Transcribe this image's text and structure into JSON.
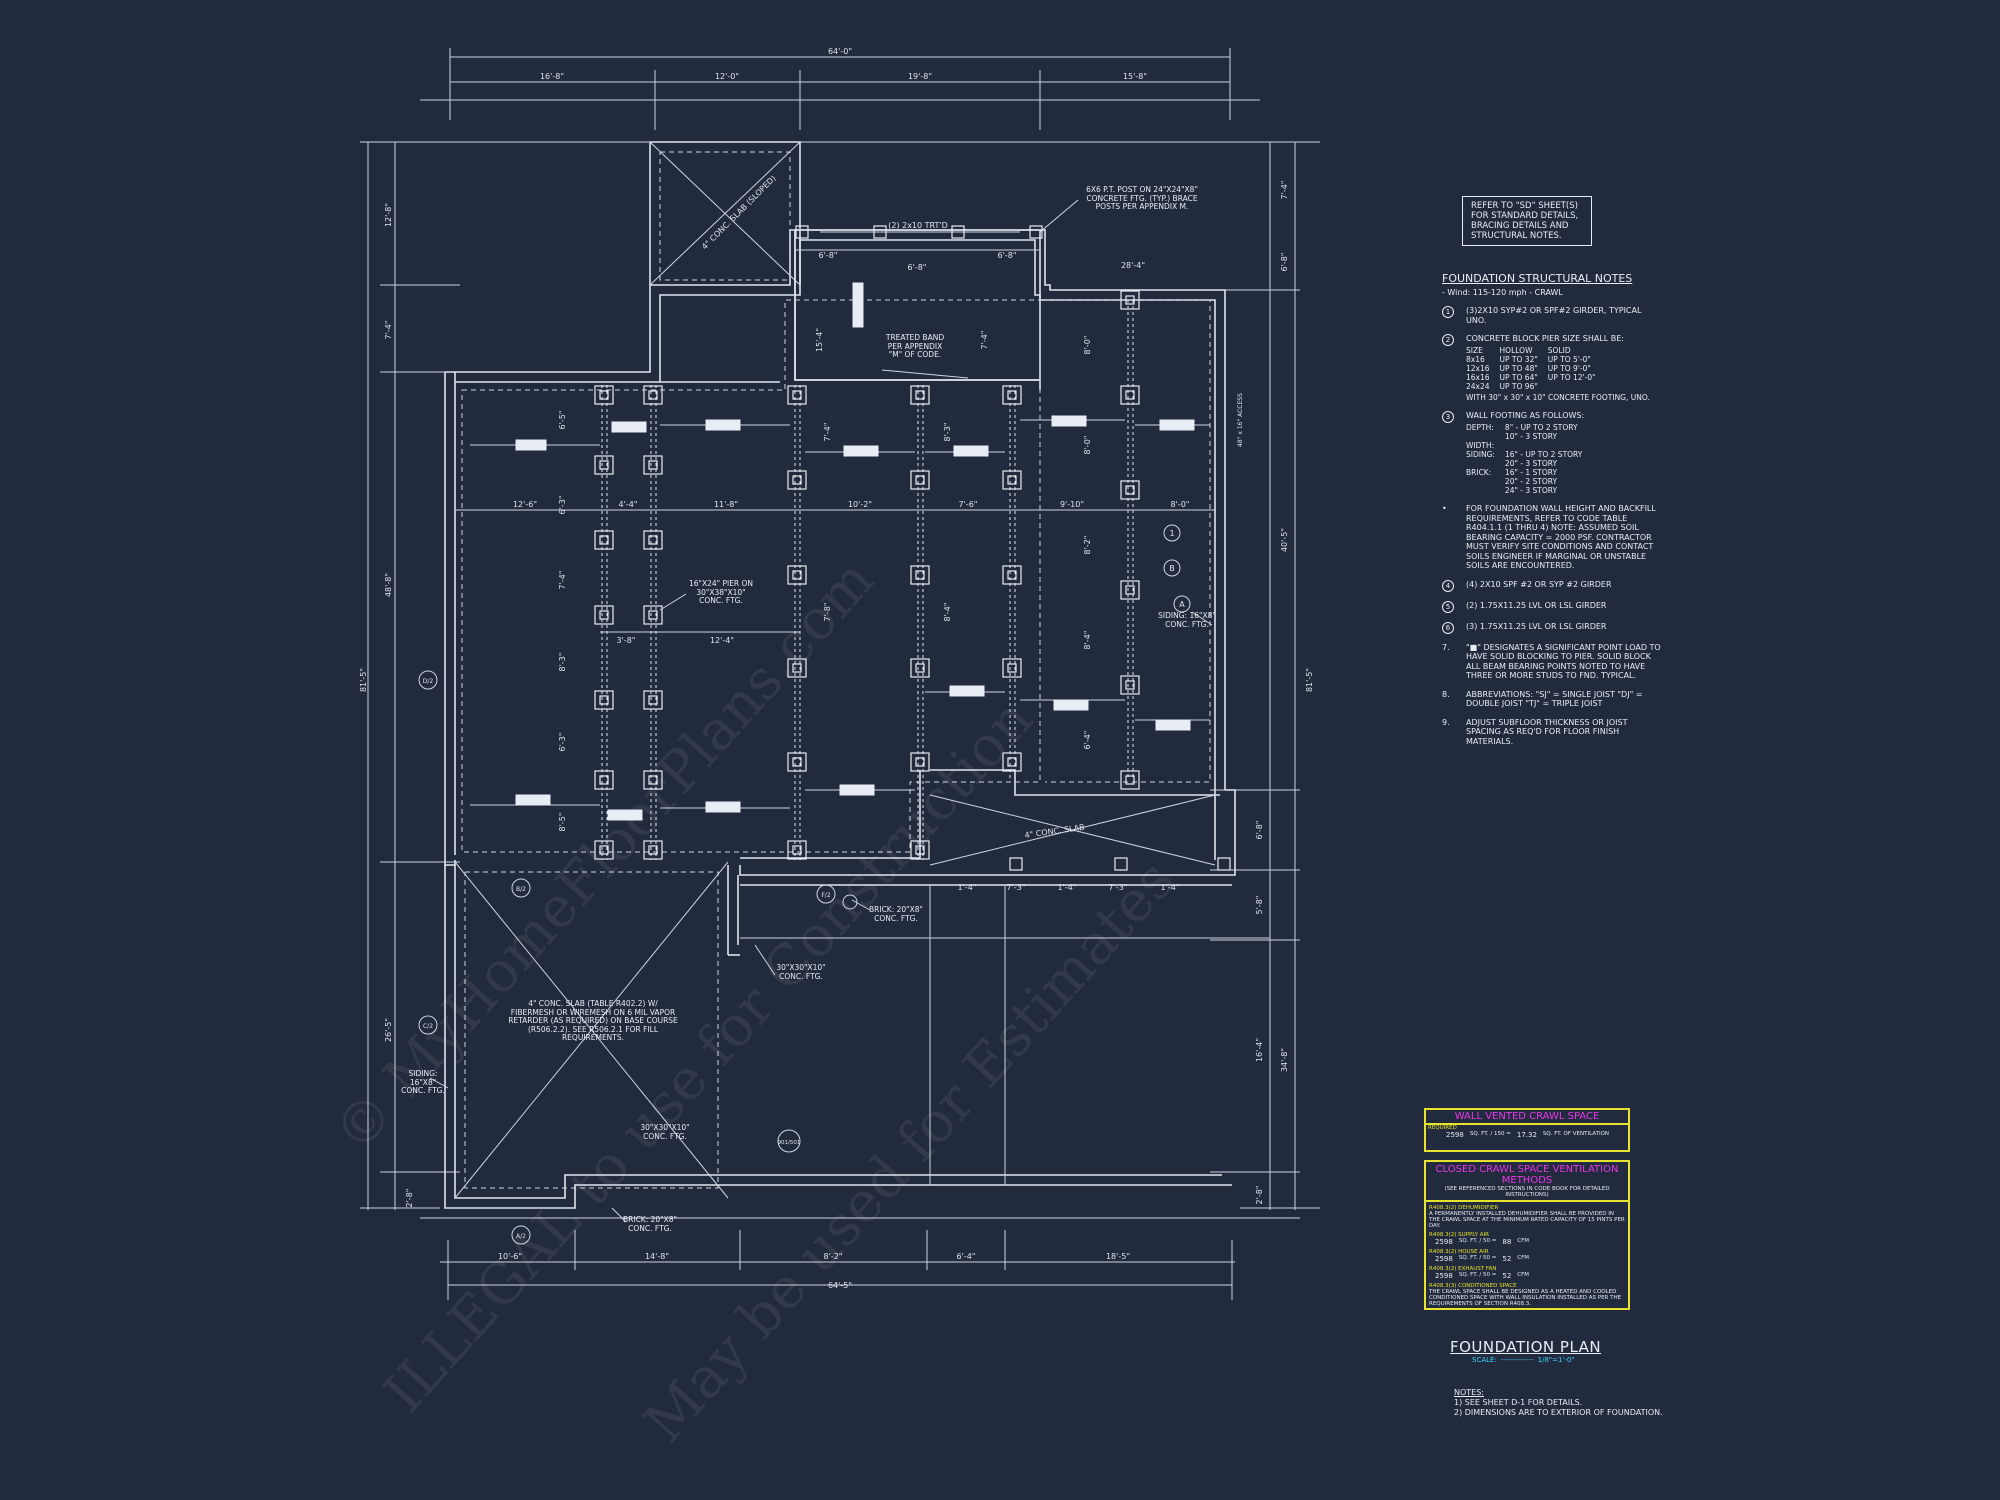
{
  "drawing": {
    "title": "FOUNDATION PLAN",
    "scale_label": "SCALE:",
    "scale_value": "1/8\"=1'-0\""
  },
  "top_dimensions": {
    "overall": "64'-0\"",
    "segments": [
      "16'-8\"",
      "12'-0\"",
      "19'-8\"",
      "15'-8\""
    ]
  },
  "bottom_dimensions": {
    "overall": "64'-5\"",
    "segments": [
      "10'-6\"",
      "14'-8\"",
      "8'-2\"",
      "6'-4\"",
      "18'-5\""
    ]
  },
  "side_dimensions": {
    "left_overall": "81'-5\"",
    "right_overall": "81'-5\"",
    "left_segments": [
      "12'-8\"",
      "7'-4\"",
      "48'-8\"",
      "26'-5\"",
      "2'-8\""
    ],
    "right_segments": [
      "7'-4\"",
      "6'-8\"",
      "40'-5\"",
      "6'-8\"",
      "5'-8\"",
      "16'-4\"",
      "34'-8\"",
      "2'-8\""
    ]
  },
  "interior_dimensions": [
    "12'-6\"",
    "4'-4\"",
    "11'-8\"",
    "10'-2\"",
    "7'-6\"",
    "9'-10\"",
    "8'-0\"",
    "12'-4\"",
    "3'-8\"",
    "6'-8\"",
    "6'-8\"",
    "6'-8\"",
    "28'-4\"",
    "15'-4\"",
    "7'-4\"",
    "6'-5\"",
    "6'-3\"",
    "7'-4\"",
    "8'-3\"",
    "6'-3\"",
    "8'-5\"",
    "7'-4\"",
    "7'-8\"",
    "8'-3\"",
    "8'-4\"",
    "8'-0\"",
    "8'-0\"",
    "8'-2\"",
    "8'-4\"",
    "6'-4\"",
    "1'-4\"",
    "7'-3\"",
    "1'-4\"",
    "7'-3\"",
    "1'-4\""
  ],
  "callouts": {
    "post": "6x6 P.T. POST ON 24\"x24\"x8\" CONCRETE FTG. (TYP.) BRACE POSTS PER APPENDIX M.",
    "girder_top": "(2) 2x10 TRT'D",
    "treated_band": "TREATED BAND PER APPENDIX \"M\" OF CODE.",
    "pier_ftg": "16\"x24\" PIER ON 30\"x38\"x10\" CONC. FTG.",
    "siding_right": "SIDING: 16\"x8\" CONC. FTG.",
    "brick_mid": "BRICK: 20\"x8\" CONC. FTG.",
    "conc_ftg_a": "30\"x30\"x10\" CONC. FTG.",
    "slab": "4\" CONC. SLAB (TABLE R402.2) w/ FIBERMESH OR WIREMESH ON 6 MIL VAPOR RETARDER (AS REQUIRED) ON BASE COURSE (R506.2.2). SEE R506.2.1 FOR FILL REQUIREMENTS.",
    "siding_left": "SIDING: 16\"x8\" CONC. FTG.",
    "conc_ftg_b": "30\"x30\"x10\" CONC. FTG.",
    "brick_bottom": "BRICK: 20\"x8\" CONC. FTG.",
    "porch_slab": "4\" CONC. SLAB (SLOPED)",
    "conc_slab_small": "4\" CONC. SLAB",
    "vent": "48\" x 16\" ACCESS",
    "tag_a": "A",
    "tag_1": "1",
    "tag_b": "B",
    "section_marks": [
      "D/2",
      "C/2",
      "B/2",
      "A/2",
      "F/2",
      "901/501"
    ]
  },
  "refer_box": "REFER TO \"SD\" SHEET(S) FOR STANDARD DETAILS, BRACING DETAILS AND STRUCTURAL NOTES.",
  "structural_notes": {
    "title": "FOUNDATION STRUCTURAL NOTES",
    "subtitle": "- Wind: 115-120 mph - CRAWL",
    "items": [
      {
        "num": "1",
        "text": "(3)2x10 SYP#2 OR SPF#2 GIRDER, TYPICAL UNO."
      },
      {
        "num": "2",
        "text": "CONCRETE BLOCK PIER SIZE SHALL BE:"
      },
      {
        "num": "3",
        "text": "WALL FOOTING AS FOLLOWS:"
      },
      {
        "num": "•",
        "text": "FOR FOUNDATION WALL HEIGHT AND BACKFILL REQUIREMENTS, REFER TO CODE TABLE R404.1.1 (1 THRU 4) NOTE: ASSUMED SOIL BEARING CAPACITY = 2000 PSF. CONTRACTOR MUST VERIFY SITE CONDITIONS AND CONTACT SOILS ENGINEER IF MARGINAL OR UNSTABLE SOILS ARE ENCOUNTERED."
      },
      {
        "num": "4",
        "text": "(4) 2x10 SPF #2 OR SYP #2 GIRDER"
      },
      {
        "num": "5",
        "text": "(2) 1.75x11.25 LVL OR LSL GIRDER"
      },
      {
        "num": "6",
        "text": "(3) 1.75x11.25 LVL OR LSL GIRDER"
      },
      {
        "num": "7.",
        "text": "\"■\" DESIGNATES A SIGNIFICANT POINT LOAD TO HAVE SOLID BLOCKING TO PIER. SOLID BLOCK ALL BEAM BEARING POINTS NOTED TO HAVE THREE OR MORE STUDS TO FND. TYPICAL."
      },
      {
        "num": "8.",
        "text": "ABBREVIATIONS: \"SJ\" = SINGLE JOIST \"DJ\" = DOUBLE JOIST \"TJ\" = TRIPLE JOIST"
      },
      {
        "num": "9.",
        "text": "ADJUST SUBFLOOR THICKNESS OR JOIST SPACING AS REQ'D FOR FLOOR FINISH MATERIALS."
      }
    ],
    "pier_table": {
      "headers": [
        "SIZE",
        "HOLLOW",
        "SOLID"
      ],
      "rows": [
        [
          "8x16",
          "UP TO 32\"",
          "UP TO 5'-0\""
        ],
        [
          "12x16",
          "UP TO 48\"",
          "UP TO 9'-0\""
        ],
        [
          "16x16",
          "UP TO 64\"",
          "UP TO 12'-0\""
        ],
        [
          "24x24",
          "UP TO 96\"",
          ""
        ]
      ],
      "footer": "WITH 30\" x 30\" x 10\" CONCRETE FOOTING, UNO."
    },
    "wall_footing": [
      [
        "DEPTH:",
        "8\" - UP TO 2 STORY"
      ],
      [
        "",
        "10\" - 3 STORY"
      ],
      [
        "WIDTH:",
        ""
      ],
      [
        "SIDING:",
        "16\" - UP TO 2 STORY"
      ],
      [
        "",
        "20\" - 3 STORY"
      ],
      [
        "BRICK:",
        "16\" - 1 STORY"
      ],
      [
        "",
        "20\" - 2 STORY"
      ],
      [
        "",
        "24\" - 3 STORY"
      ]
    ]
  },
  "wall_vented": {
    "title": "WALL VENTED CRAWL SPACE",
    "required": "REQUIRED",
    "area": "2598",
    "unit_a": "SQ. FT. / 150 =",
    "vent": "17.32",
    "unit_b": "SQ. FT. OF VENTILATION"
  },
  "closed_crawl": {
    "title": "CLOSED CRAWL SPACE VENTILATION METHODS",
    "subtitle": "(SEE REFERENCED SECTIONS IN CODE BOOK FOR DETAILED INSTRUCTIONS)",
    "rows": [
      {
        "label": "R408.3(2) DEHUMIDIFIER",
        "text": "A PERMANENTLY INSTALLED DEHUMIDIFIER SHALL BE PROVIDED IN THE CRAWL SPACE AT THE MINIMUM RATED CAPACITY OF 15 PINTS PER DAY."
      },
      {
        "label": "R408.3(2) SUPPLY AIR",
        "area": "2598",
        "op": "SQ. FT. / 50 =",
        "val": "88",
        "unit": "CFM"
      },
      {
        "label": "R408.3(2) HOUSE AIR",
        "area": "2598",
        "op": "SQ. FT. / 50 =",
        "val": "52",
        "unit": "CFM"
      },
      {
        "label": "R408.3(2) EXHAUST FAN",
        "area": "2598",
        "op": "SQ. FT. / 50 =",
        "val": "52",
        "unit": "CFM"
      },
      {
        "label": "R408.3(3) CONDITIONED SPACE",
        "text": "THE CRAWL SPACE SHALL BE DESIGNED AS A HEATED AND COOLED CONDITIONED SPACE WITH WALL INSULATION INSTALLED AS PER THE REQUIREMENTS OF SECTION R408.3."
      }
    ]
  },
  "notes": {
    "title": "NOTES:",
    "items": [
      "1) SEE SHEET D-1 FOR DETAILS.",
      "2) DIMENSIONS ARE TO EXTERIOR OF FOUNDATION."
    ]
  },
  "watermarks": [
    "© MyHomeFloorPlans.com",
    "ILLEGAL to use for Construction",
    "May be used for Estimates"
  ],
  "colors": {
    "background": "#222a3d",
    "line": "#dfe4ee",
    "highlight_border": "#e6e22e",
    "highlight_title": "#e838e8",
    "scale": "#3fd3ff"
  }
}
